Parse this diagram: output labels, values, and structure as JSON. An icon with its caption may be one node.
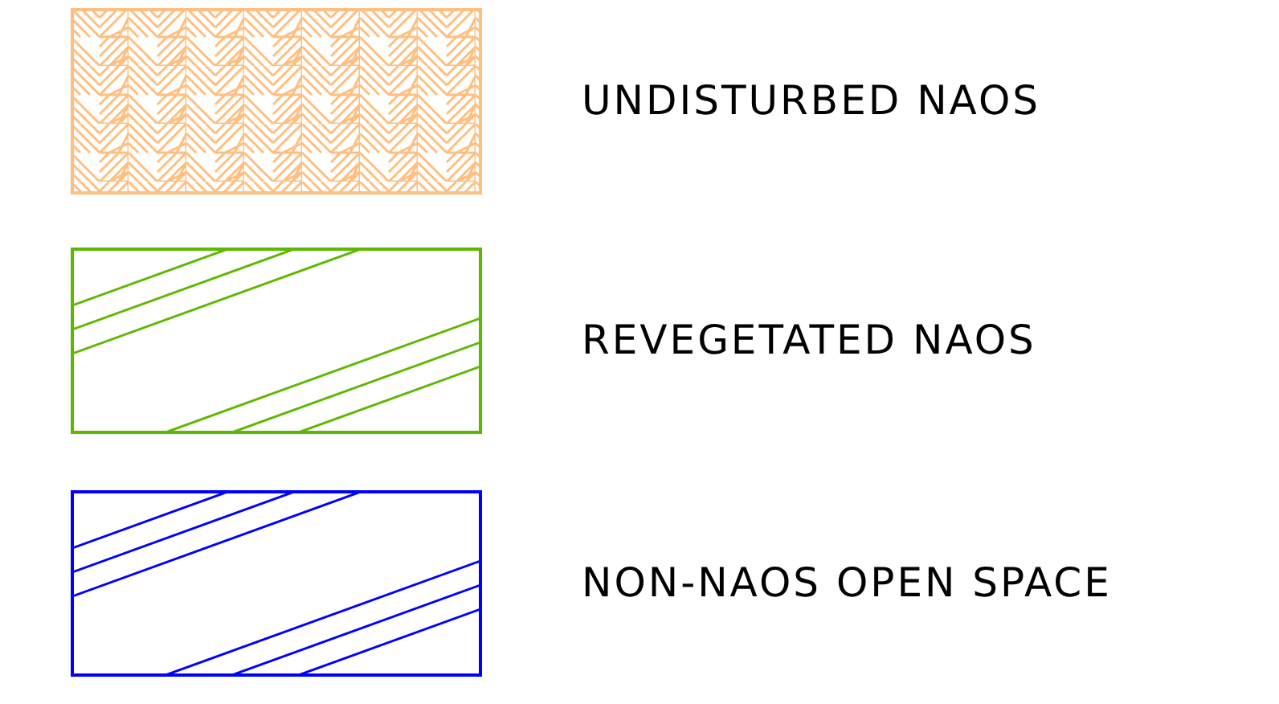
{
  "diagram": {
    "legend": [
      {
        "text": "UNDISTURBED NAOS",
        "color": "#ffbf80"
      },
      {
        "text": "REVEGETATED NAOS",
        "color": "#5cb800"
      },
      {
        "text": "NON-NAOS OPEN SPACE",
        "color": "#0000ff"
      }
    ]
  }
}
